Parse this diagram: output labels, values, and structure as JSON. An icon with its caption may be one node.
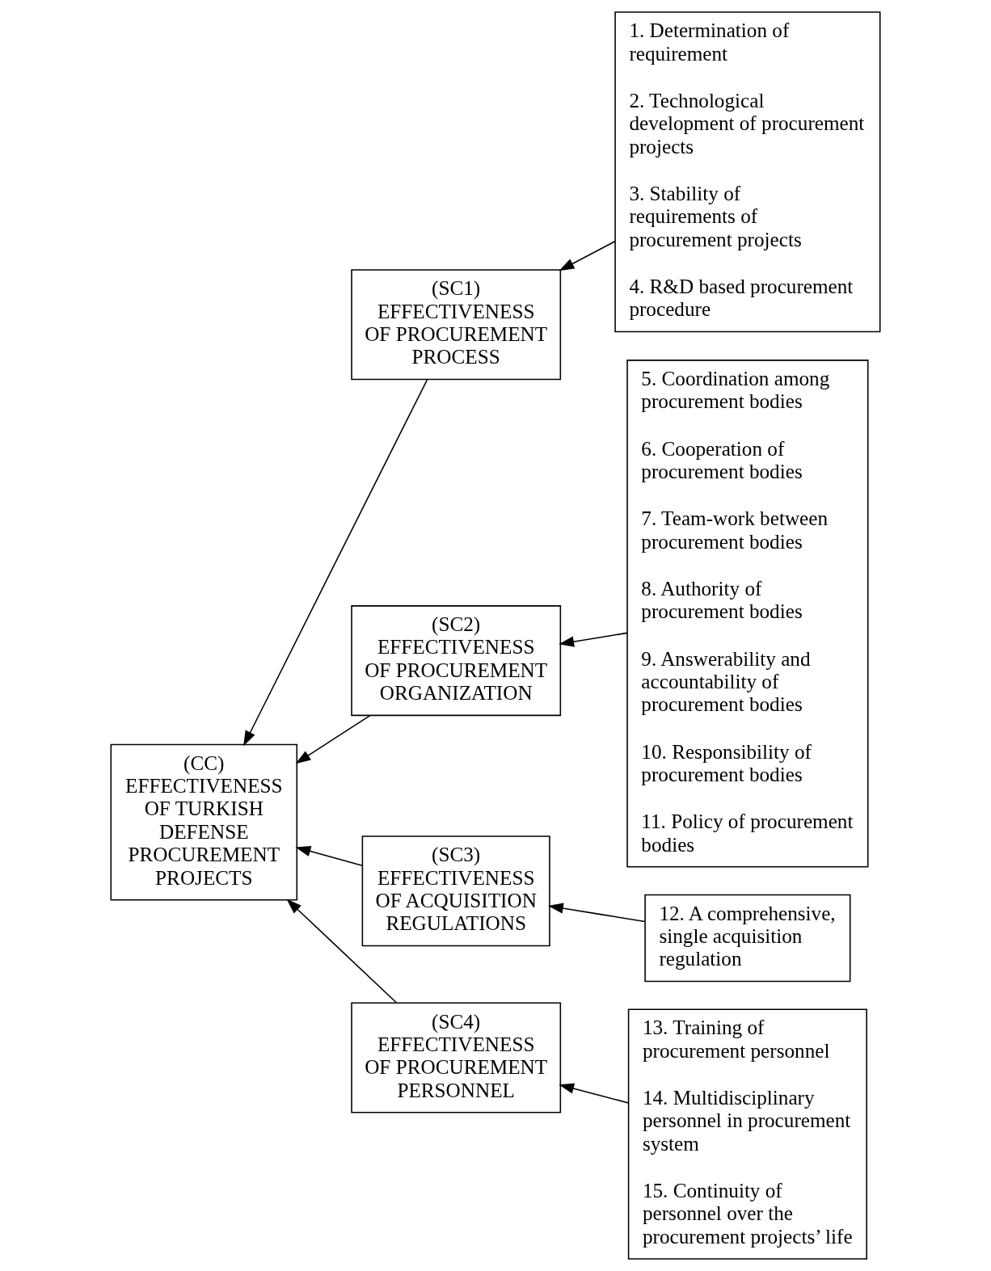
{
  "diagram": {
    "nodes": [
      {
        "text": [
          "(CC)",
          "EFFECTIVENESS OF TURKISH DEFENSE PROCUREMENT PROJECTS"
        ]
      },
      {
        "text": [
          "(SC1)",
          "EFFECTIVENESS OF PROCUREMENT PROCESS"
        ]
      },
      {
        "text": [
          "(SC2)",
          "EFFECTIVENESS OF PROCUREMENT ORGANIZATION"
        ]
      },
      {
        "text": [
          "(SC3)",
          "EFFECTIVENESS OF ACQUISITION REGULATIONS"
        ]
      },
      {
        "text": [
          "(SC4)",
          "EFFECTIVENESS OF PROCUREMENT PERSONNEL"
        ]
      },
      {
        "text": [
          "1. Determination of requirement",
          "2. Technological development of procurement projects",
          "3. Stability of requirements of procurement projects",
          "4. R&D based procurement procedure"
        ]
      },
      {
        "text": [
          "5. Coordination among procurement bodies",
          "6. Cooperation of procurement bodies",
          "7. Team-work between procurement bodies",
          "8. Authority of procurement bodies",
          "9. Answerability and accountability of procurement bodies",
          "10. Responsibility of procurement bodies",
          "11. Policy of procurement bodies"
        ]
      },
      {
        "text": [
          "12. A comprehensive, single acquisition regulation"
        ]
      },
      {
        "text": [
          "13. Training of procurement personnel",
          "14. Multidisciplinary personnel in procurement system",
          "15. Continuity of personnel over the procurement projects’ life"
        ]
      }
    ],
    "edges": [
      {
        "from": 1,
        "to": 0,
        "arrow": "to"
      },
      {
        "from": 2,
        "to": 0,
        "arrow": "to"
      },
      {
        "from": 3,
        "to": 0,
        "arrow": "to"
      },
      {
        "from": 4,
        "to": 0,
        "arrow": "to"
      },
      {
        "from": 5,
        "to": 1,
        "arrow": "to"
      },
      {
        "from": 6,
        "to": 2,
        "arrow": "to"
      },
      {
        "from": 7,
        "to": 3,
        "arrow": "to"
      },
      {
        "from": 8,
        "to": 4,
        "arrow": "to"
      }
    ]
  }
}
